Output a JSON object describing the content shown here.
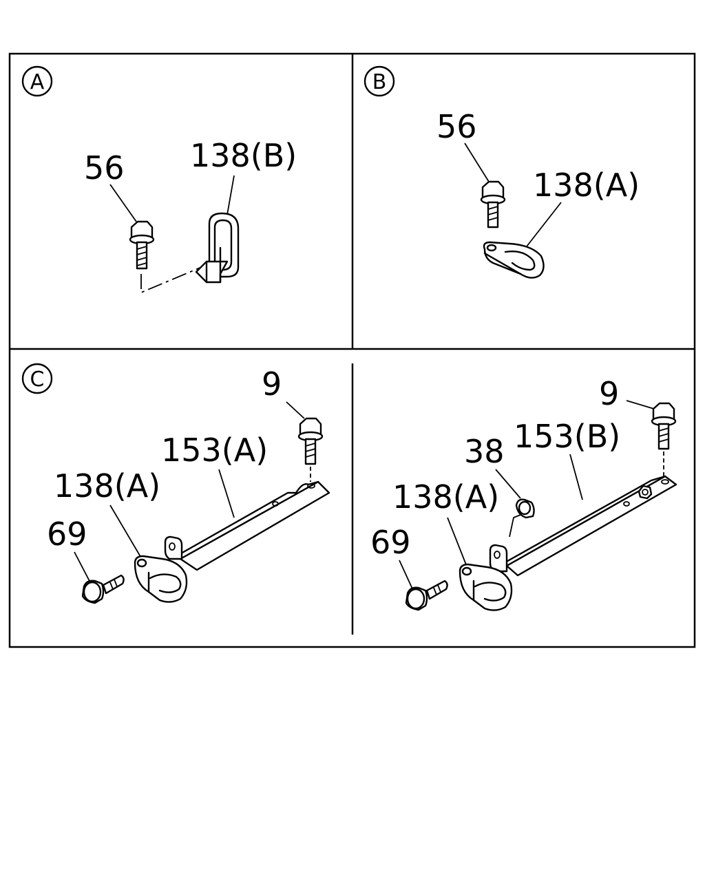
{
  "panels": [
    {
      "id": "A",
      "letter": "A",
      "callouts": [
        {
          "label": "56"
        },
        {
          "label": "138(B)"
        }
      ]
    },
    {
      "id": "B",
      "letter": "B",
      "callouts": [
        {
          "label": "56"
        },
        {
          "label": "138(A)"
        }
      ]
    },
    {
      "id": "C",
      "letter": "C",
      "callouts": [
        {
          "label": "9"
        },
        {
          "label": "153(A)"
        },
        {
          "label": "138(A)"
        },
        {
          "label": "69"
        }
      ]
    },
    {
      "id": "D",
      "letter": "",
      "callouts": [
        {
          "label": "9"
        },
        {
          "label": "38"
        },
        {
          "label": "153(B)"
        },
        {
          "label": "138(A)"
        },
        {
          "label": "69"
        }
      ]
    }
  ]
}
